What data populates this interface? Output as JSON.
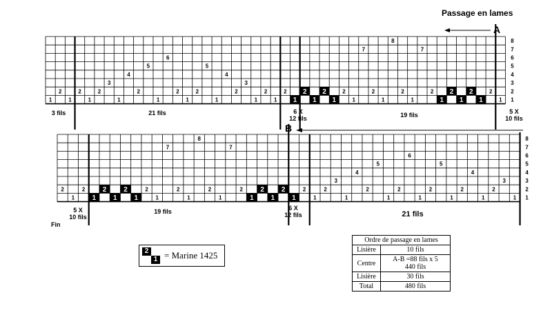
{
  "title": "Passage en lames",
  "row_numbers": [
    "8",
    "7",
    "6",
    "5",
    "4",
    "3",
    "2",
    "1"
  ],
  "top": {
    "marker": "A",
    "cells": [
      {
        "r": 1,
        "c": 0,
        "t": "1"
      },
      {
        "r": 2,
        "c": 1,
        "t": "2"
      },
      {
        "r": 1,
        "c": 2,
        "t": "1"
      },
      {
        "r": 2,
        "c": 3,
        "t": "2"
      },
      {
        "r": 1,
        "c": 4,
        "t": "1"
      },
      {
        "r": 2,
        "c": 5,
        "t": "2"
      },
      {
        "r": 3,
        "c": 6,
        "t": "3"
      },
      {
        "r": 1,
        "c": 7,
        "t": "1"
      },
      {
        "r": 4,
        "c": 8,
        "t": "4"
      },
      {
        "r": 2,
        "c": 9,
        "t": "2"
      },
      {
        "r": 5,
        "c": 10,
        "t": "5"
      },
      {
        "r": 1,
        "c": 11,
        "t": "1"
      },
      {
        "r": 6,
        "c": 12,
        "t": "6"
      },
      {
        "r": 2,
        "c": 13,
        "t": "2"
      },
      {
        "r": 1,
        "c": 14,
        "t": "1"
      },
      {
        "r": 2,
        "c": 15,
        "t": "2"
      },
      {
        "r": 5,
        "c": 16,
        "t": "5"
      },
      {
        "r": 1,
        "c": 17,
        "t": "1"
      },
      {
        "r": 4,
        "c": 18,
        "t": "4"
      },
      {
        "r": 2,
        "c": 19,
        "t": "2"
      },
      {
        "r": 3,
        "c": 20,
        "t": "3"
      },
      {
        "r": 1,
        "c": 21,
        "t": "1"
      },
      {
        "r": 2,
        "c": 22,
        "t": "2"
      },
      {
        "r": 1,
        "c": 23,
        "t": "1"
      },
      {
        "r": 2,
        "c": 24,
        "t": "2"
      },
      {
        "r": 1,
        "c": 25,
        "t": "1",
        "b": true
      },
      {
        "r": 2,
        "c": 26,
        "t": "2",
        "b": true
      },
      {
        "r": 1,
        "c": 27,
        "t": "1",
        "b": true
      },
      {
        "r": 2,
        "c": 28,
        "t": "2",
        "b": true
      },
      {
        "r": 1,
        "c": 29,
        "t": "1",
        "b": true
      },
      {
        "r": 2,
        "c": 30,
        "t": "2"
      },
      {
        "r": 1,
        "c": 31,
        "t": "1"
      },
      {
        "r": 7,
        "c": 32,
        "t": "7"
      },
      {
        "r": 2,
        "c": 33,
        "t": "2"
      },
      {
        "r": 1,
        "c": 34,
        "t": "1"
      },
      {
        "r": 8,
        "c": 35,
        "t": "8"
      },
      {
        "r": 2,
        "c": 36,
        "t": "2"
      },
      {
        "r": 1,
        "c": 37,
        "t": "1"
      },
      {
        "r": 7,
        "c": 38,
        "t": "7"
      },
      {
        "r": 2,
        "c": 39,
        "t": "2"
      },
      {
        "r": 1,
        "c": 40,
        "t": "1",
        "b": true
      },
      {
        "r": 2,
        "c": 41,
        "t": "2",
        "b": true
      },
      {
        "r": 1,
        "c": 42,
        "t": "1",
        "b": true
      },
      {
        "r": 2,
        "c": 43,
        "t": "2",
        "b": true
      },
      {
        "r": 1,
        "c": 44,
        "t": "1",
        "b": true
      },
      {
        "r": 2,
        "c": 45,
        "t": "2"
      },
      {
        "r": 1,
        "c": 46,
        "t": "1"
      }
    ],
    "groups": [
      {
        "label": "3 fils"
      },
      {
        "label": "21 fils"
      },
      {
        "label": "6 X\n12 fils"
      },
      {
        "label": "19 fils"
      },
      {
        "label": "5 X\n10 fils"
      }
    ]
  },
  "bottom": {
    "marker": "B",
    "end_label": "Fin",
    "cells": [
      {
        "r": 2,
        "c": 0,
        "t": "2"
      },
      {
        "r": 1,
        "c": 1,
        "t": "1"
      },
      {
        "r": 2,
        "c": 2,
        "t": "2"
      },
      {
        "r": 1,
        "c": 3,
        "t": "1",
        "b": true
      },
      {
        "r": 2,
        "c": 4,
        "t": "2",
        "b": true
      },
      {
        "r": 1,
        "c": 5,
        "t": "1",
        "b": true
      },
      {
        "r": 2,
        "c": 6,
        "t": "2",
        "b": true
      },
      {
        "r": 1,
        "c": 7,
        "t": "1",
        "b": true
      },
      {
        "r": 2,
        "c": 8,
        "t": "2"
      },
      {
        "r": 1,
        "c": 9,
        "t": "1"
      },
      {
        "r": 7,
        "c": 10,
        "t": "7"
      },
      {
        "r": 2,
        "c": 11,
        "t": "2"
      },
      {
        "r": 1,
        "c": 12,
        "t": "1"
      },
      {
        "r": 8,
        "c": 13,
        "t": "8"
      },
      {
        "r": 2,
        "c": 14,
        "t": "2"
      },
      {
        "r": 1,
        "c": 15,
        "t": "1"
      },
      {
        "r": 7,
        "c": 16,
        "t": "7"
      },
      {
        "r": 2,
        "c": 17,
        "t": "2"
      },
      {
        "r": 1,
        "c": 18,
        "t": "1",
        "b": true
      },
      {
        "r": 2,
        "c": 19,
        "t": "2",
        "b": true
      },
      {
        "r": 1,
        "c": 20,
        "t": "1",
        "b": true
      },
      {
        "r": 2,
        "c": 21,
        "t": "2",
        "b": true
      },
      {
        "r": 1,
        "c": 22,
        "t": "1",
        "b": true
      },
      {
        "r": 2,
        "c": 23,
        "t": "2"
      },
      {
        "r": 1,
        "c": 24,
        "t": "1"
      },
      {
        "r": 2,
        "c": 25,
        "t": "2"
      },
      {
        "r": 3,
        "c": 26,
        "t": "3"
      },
      {
        "r": 1,
        "c": 27,
        "t": "1"
      },
      {
        "r": 4,
        "c": 28,
        "t": "4"
      },
      {
        "r": 2,
        "c": 29,
        "t": "2"
      },
      {
        "r": 5,
        "c": 30,
        "t": "5"
      },
      {
        "r": 1,
        "c": 31,
        "t": "1"
      },
      {
        "r": 2,
        "c": 32,
        "t": "2"
      },
      {
        "r": 6,
        "c": 33,
        "t": "6"
      },
      {
        "r": 1,
        "c": 34,
        "t": "1"
      },
      {
        "r": 2,
        "c": 35,
        "t": "2"
      },
      {
        "r": 5,
        "c": 36,
        "t": "5"
      },
      {
        "r": 1,
        "c": 37,
        "t": "1"
      },
      {
        "r": 2,
        "c": 38,
        "t": "2"
      },
      {
        "r": 4,
        "c": 39,
        "t": "4"
      },
      {
        "r": 1,
        "c": 40,
        "t": "1"
      },
      {
        "r": 2,
        "c": 41,
        "t": "2"
      },
      {
        "r": 3,
        "c": 42,
        "t": "3"
      },
      {
        "r": 1,
        "c": 43,
        "t": "1"
      }
    ],
    "groups": [
      {
        "label": "5 X\n10 fils"
      },
      {
        "label": "19 fils"
      },
      {
        "label": "6 X\n12 fils"
      },
      {
        "label": "21 fils"
      }
    ]
  },
  "legend": {
    "text": "= Marine 1425",
    "top_number": "2",
    "bottom_number": "1"
  },
  "order_table": {
    "header": "Ordre de passage en lames",
    "rows": [
      [
        "Lisière",
        "10 fils"
      ],
      [
        "Centre",
        "A-B =88 fils x 5\n440 fils"
      ],
      [
        "Lisière",
        "30 fils"
      ],
      [
        "Total",
        "480 fils"
      ]
    ]
  }
}
